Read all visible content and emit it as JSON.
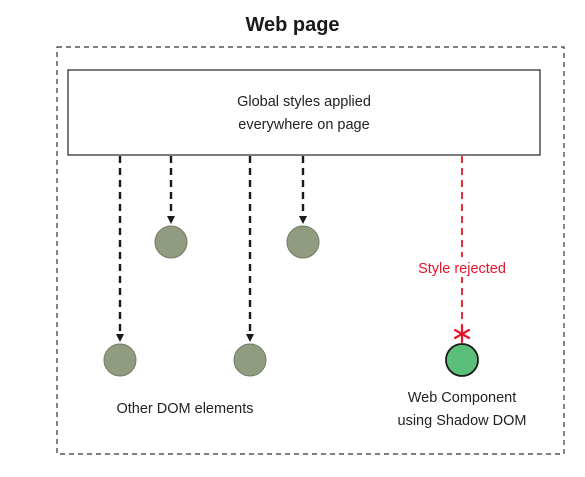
{
  "title": "Web page",
  "global_box": {
    "line1": "Global styles applied",
    "line2": "everywhere on page"
  },
  "rejected_label": "Style rejected",
  "other_label": "Other DOM elements",
  "component_label": {
    "line1": "Web Component",
    "line2": "using Shadow DOM"
  },
  "colors": {
    "dom_node_fill": "#909b80",
    "component_fill": "#5bbf7a",
    "rejected": "#e8142a",
    "arrow": "#1a1a1a"
  }
}
